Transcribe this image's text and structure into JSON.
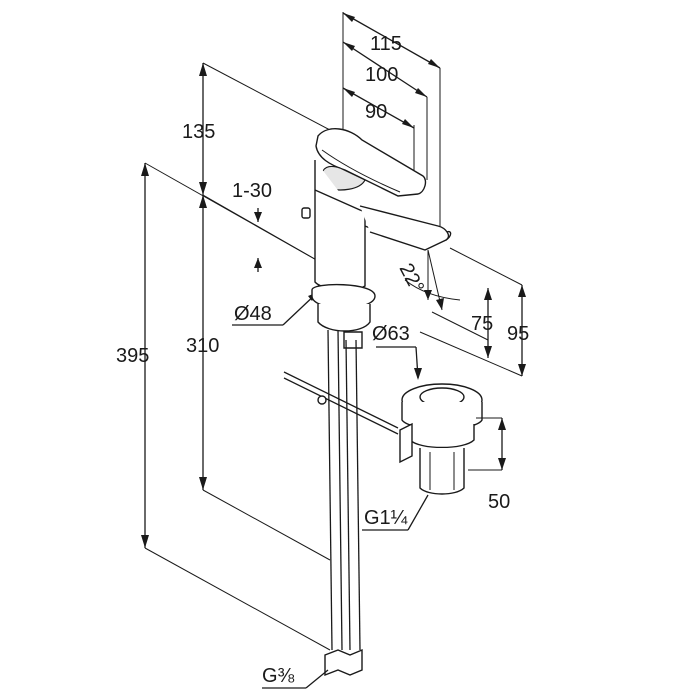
{
  "dimensions": {
    "w115": "115",
    "w100": "100",
    "w90": "90",
    "h135": "135",
    "h1_30": "1-30",
    "d48": "Ø48",
    "h395": "395",
    "h310": "310",
    "angle22": "22°",
    "h75": "75",
    "h95": "95",
    "d63": "Ø63",
    "h50": "50",
    "g1_1_4": "G1¼",
    "g3_8": "G⅜"
  }
}
